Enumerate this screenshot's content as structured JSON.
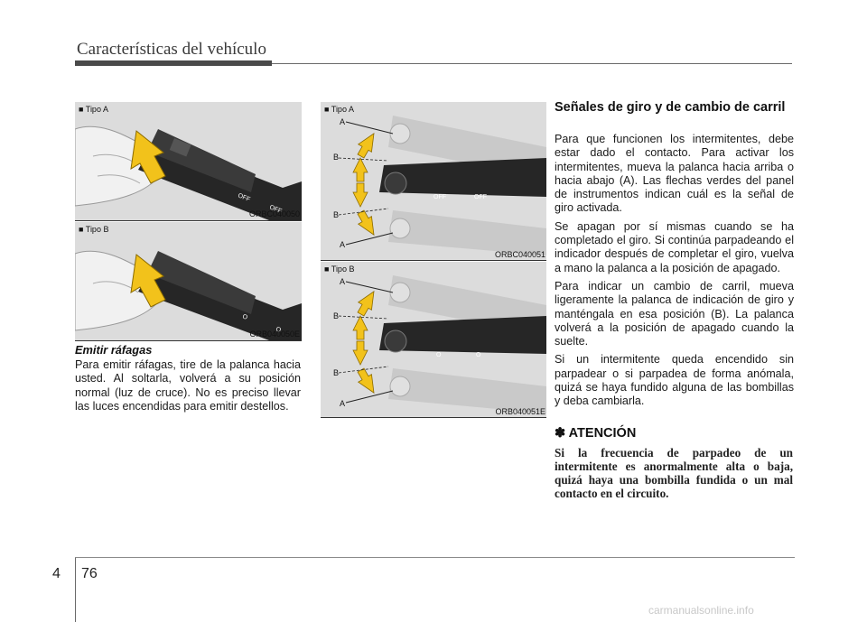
{
  "header": {
    "title": "Características del vehículo"
  },
  "footer": {
    "chapter": "4",
    "page": "76",
    "watermark": "carmanualsonline.info"
  },
  "figures": {
    "fig1": {
      "caption": "■ Tipo A",
      "code": "ORBC040050"
    },
    "fig2": {
      "caption": "■ Tipo B",
      "code": "ORB040050E"
    },
    "fig3": {
      "caption": "■ Tipo A",
      "code": "ORBC040051",
      "labels": [
        "A",
        "B",
        "B",
        "A"
      ],
      "switch_text": "OFF"
    },
    "fig4": {
      "caption": "■ Tipo B",
      "code": "ORB040051E",
      "labels": [
        "A",
        "B",
        "B",
        "A"
      ],
      "switch_text": "O"
    }
  },
  "left_column": {
    "heading": "Emitir ráfagas",
    "paragraph": "Para emitir ráfagas, tire de la palanca hacia usted. Al soltarla, volverá a su posición normal (luz de cruce). No es preciso llevar las luces encendidas para emitir destellos."
  },
  "right_column": {
    "heading": "Señales de giro y de cambio de carril",
    "paragraphs": [
      "Para que funcionen los intermitentes, debe estar dado el contacto. Para activar los intermitentes, mueva la palanca hacia arriba o hacia abajo (A). Las flechas verdes del panel de instrumentos indican cuál es la señal de giro activada.",
      "Se apagan por sí mismas cuando se ha completado el giro. Si continúa parpadeando el indicador después de completar el giro, vuelva a mano la palanca a la posición de apagado.",
      "Para indicar un cambio de carril, mueva ligeramente la palanca de indicación de giro y manténgala en esa posición (B). La palanca volverá a la posición de apagado cuando la suelte.",
      "Si un intermitente queda encendido sin parpadear o si parpadea de forma anómala, quizá se haya fundido alguna de las bombillas y deba cambiarla."
    ],
    "attention_title": "✽ ATENCIÓN",
    "attention_text": "Si la frecuencia de parpadeo de un intermitente es anormalmente alta o baja, quizá haya una bombilla fundida o un mal contacto en el circuito."
  },
  "colors": {
    "arrow": "#f2c21b",
    "stalk": "#262626",
    "figure_bg": "#dcdcdc",
    "header_rule": "#4a4a4a"
  }
}
